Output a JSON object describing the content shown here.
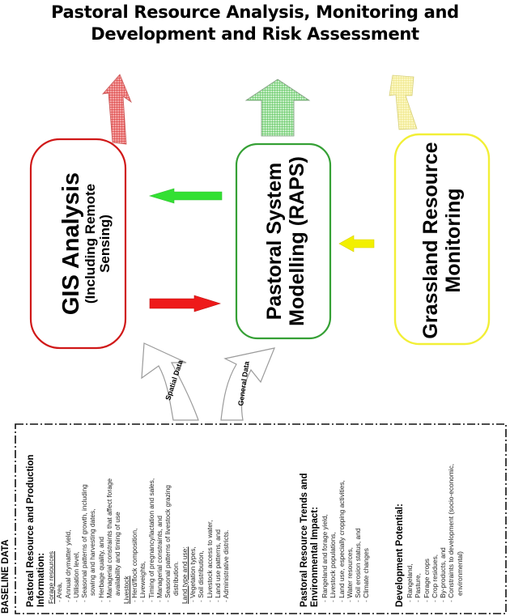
{
  "title": {
    "line1": "Pastoral Resource Analysis, Monitoring and",
    "line2": "Development and Risk Assessment"
  },
  "colors": {
    "red": "#d01818",
    "green": "#35b035",
    "yellow": "#f5f03a",
    "red_arrow": "#e64a4a",
    "green_arrow": "#8fd88f",
    "yellow_arrow": "#f7f29a"
  },
  "boxes": {
    "gis": {
      "title": "GIS Analysis",
      "subtitle_line1": "(Including Remote",
      "subtitle_line2": "Sensing)"
    },
    "raps": {
      "line1": "Pastoral System",
      "line2": "Modelling (RAPS)"
    },
    "grassland": {
      "line1": "Grassland Resource",
      "line2": "Monitoring"
    }
  },
  "inputs": {
    "spatial": "Spatial Data",
    "general": "General Data"
  },
  "baseline": {
    "title": "BASELINE DATA",
    "sections": [
      {
        "heading_line1": "Pastoral Resource and Production",
        "heading_line2": "Information:",
        "groups": [
          {
            "label": "Forage resources",
            "items": [
              "Area,",
              "Annual drymatter yield,",
              "Utilisation level,",
              "Seasonal patterns of growth, including",
              "sowing and harvesting dates,",
              "Herbage quality, and",
              "Managerial constraints that affect forage",
              "availability and timing of use"
            ]
          },
          {
            "label": "Livestock",
            "items": [
              "Herd/flock composition,",
              "Liveweights,",
              "Timing of pregnancy/lactation and sales,",
              "Managerial constraints, and",
              "Seasonal patterns of livestock grazing",
              "distribution."
            ]
          },
          {
            "label": "Land type and use:",
            "items": [
              "Vegetation types,",
              "Soil distribution,",
              "Livestock access to water,",
              "Land use patterns, and",
              "Administrative districts."
            ]
          }
        ]
      },
      {
        "heading_line1": "Pastoral Resource Trends and",
        "heading_line2": "Environmental Impact:",
        "items": [
          "Rangeland and forage yield,",
          "Livestock populations,",
          "Land use, especially cropping activities,",
          "Water resources,",
          "Soil erosion status, and",
          "Climate changes"
        ]
      },
      {
        "heading_line1": "Development Potential:",
        "items": [
          "Rangeland,",
          "Pasture,",
          "Forage crops",
          "Crop residues,",
          "By-products, and",
          "Constraints to development (socio-economic,",
          "environmental)"
        ]
      }
    ]
  }
}
